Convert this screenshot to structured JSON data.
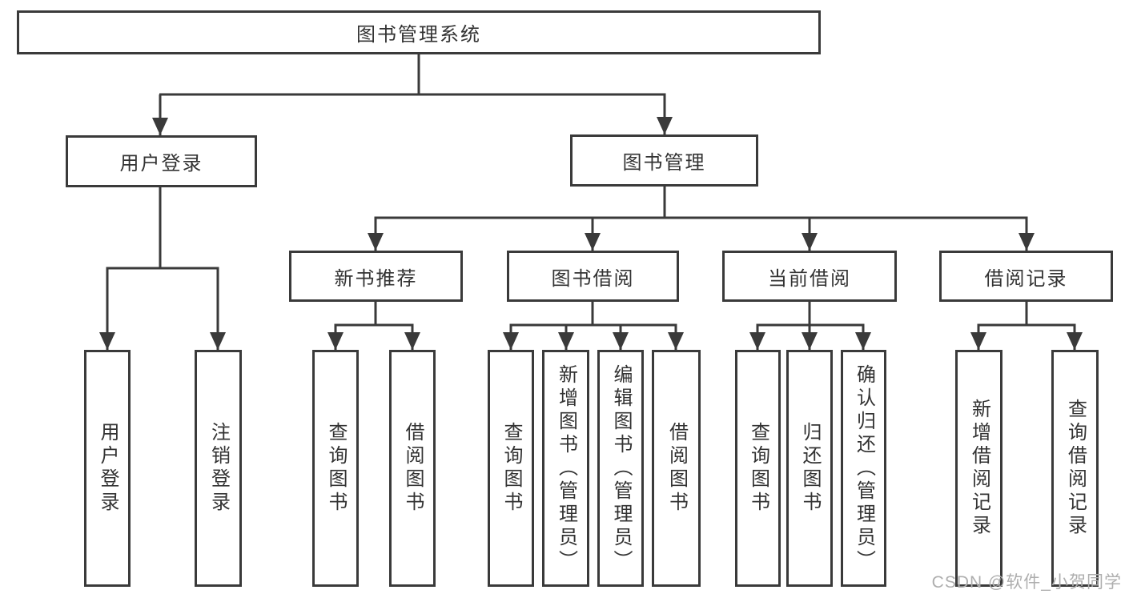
{
  "tree": {
    "root": {
      "label": "图书管理系统"
    },
    "children": [
      {
        "label": "用户登录",
        "children": [
          {
            "label": "用户登录"
          },
          {
            "label": "注销登录"
          }
        ]
      },
      {
        "label": "图书管理",
        "children": [
          {
            "label": "新书推荐",
            "children": [
              {
                "label": "查询图书"
              },
              {
                "label": "借阅图书"
              }
            ]
          },
          {
            "label": "图书借阅",
            "children": [
              {
                "label": "查询图书"
              },
              {
                "label": "新增图书（管理员）"
              },
              {
                "label": "编辑图书（管理员）"
              },
              {
                "label": "借阅图书"
              }
            ]
          },
          {
            "label": "当前借阅",
            "children": [
              {
                "label": "查询图书"
              },
              {
                "label": "归还图书"
              },
              {
                "label": "确认归还（管理员）"
              }
            ]
          },
          {
            "label": "借阅记录",
            "children": [
              {
                "label": "新增借阅记录"
              },
              {
                "label": "查询借阅记录"
              }
            ]
          }
        ]
      }
    ]
  },
  "watermark": {
    "text": "CSDN @软件_小贺同学"
  },
  "colors": {
    "line": "#3a3a3a",
    "text": "#333333",
    "box_background": "#ffffff",
    "watermark": "#aeaeae"
  }
}
